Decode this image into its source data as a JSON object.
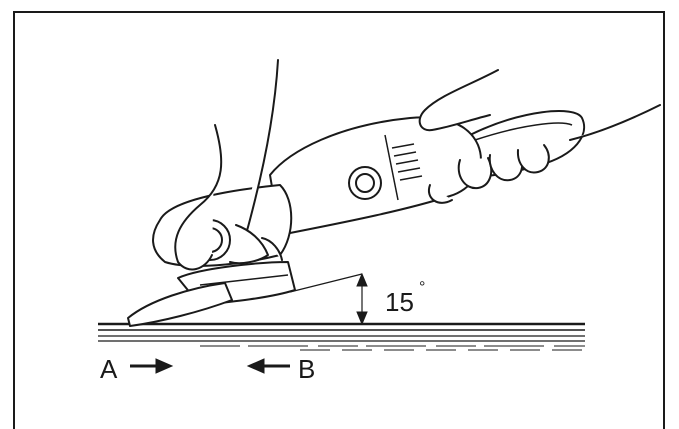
{
  "figure": {
    "angle_label": "15",
    "degree_symbol": "°",
    "direction_a_label": "A",
    "direction_b_label": "B",
    "line_color": "#1a1a1a",
    "background_color": "#ffffff"
  }
}
